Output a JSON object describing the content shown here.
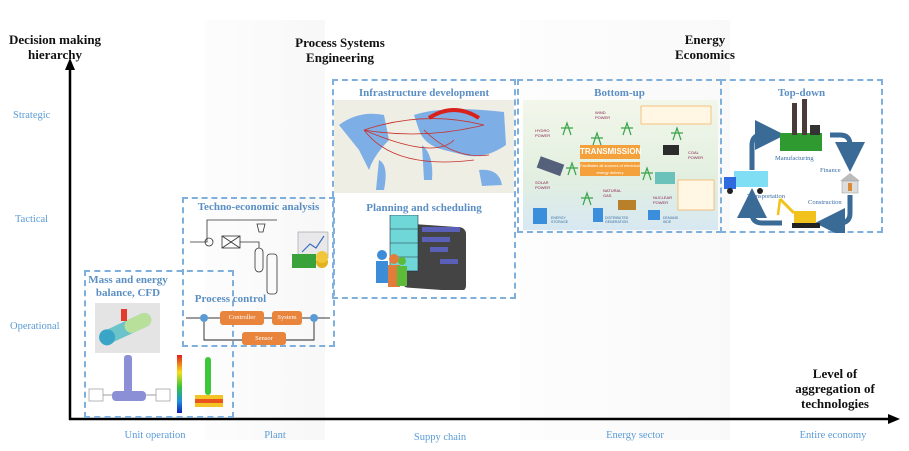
{
  "axes": {
    "y_title": "Decision making hierarchy",
    "x_title": "Level of aggregation of technologies",
    "y_levels": [
      "Strategic",
      "Tactical",
      "Operational"
    ],
    "x_levels": [
      "Unit operation",
      "Plant",
      "Suppy chain",
      "Energy sector",
      "Entire economy"
    ]
  },
  "headings": {
    "pse": "Process Systems Engineering",
    "ee": "Energy Economics"
  },
  "boxes": {
    "mass_energy": "Mass and energy balance, CFD",
    "techno_econ": "Techno-economic analysis",
    "process_control": "Process control",
    "infrastructure": "Infrastructure development",
    "planning": "Planning and scheduling",
    "bottom_up": "Bottom-up",
    "top_down": "Top-down"
  },
  "process_control": {
    "controller": "Controller",
    "system": "System",
    "sensor": "Sensor"
  },
  "bottom_up_map": {
    "transmission": "TRANSMISSION",
    "transmission_sub": "Facilitates all sources of electrical energy delivery",
    "hydro": "HYDRO POWER",
    "wind": "WIND POWER",
    "coal": "COAL POWER",
    "solar": "SOLAR POWER",
    "natural_gas": "NATURAL GAS",
    "nuclear": "NUCLEAR POWER",
    "energy_storage": "ENERGY STORAGE",
    "distributed": "DISTRIBUTED GENERATION",
    "demand": "DEMAND SIDE"
  },
  "top_down_cycle": {
    "manufacturing": "Manufacturing",
    "finance": "Finance",
    "construction": "Construction",
    "transportation": "Transportation"
  }
}
